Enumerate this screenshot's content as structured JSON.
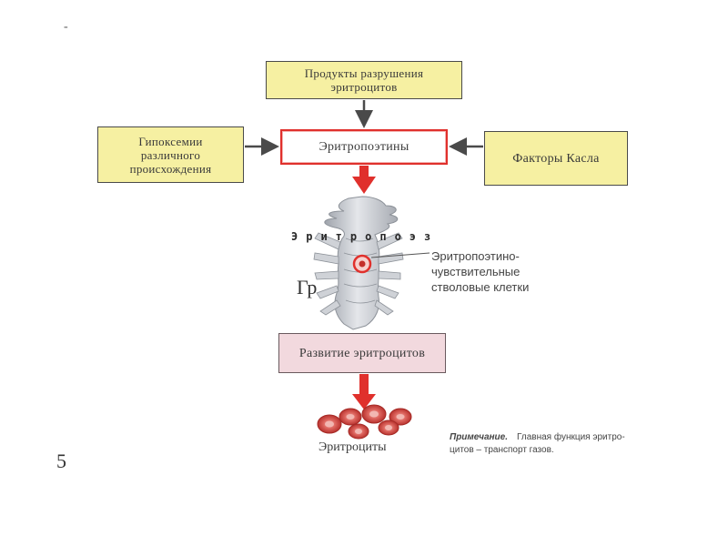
{
  "stray_mark": "-",
  "page_number": "5",
  "boxes": {
    "products": "Продукты разрушения\nэритроцитов",
    "hypoxemia": "Гипоксемии\nразличного\nпроисхождения",
    "erythropoietins": "Эритропоэтины",
    "castle_factors": "Факторы Касла",
    "development": "Развитие эритроцитов"
  },
  "labels": {
    "erythropoiesis": "Эритропоэз",
    "stem_cells": "Эритропоэтино-\nчувствительные\nстволовые клетки",
    "gr": "Гр",
    "erythrocytes": "Эритроциты"
  },
  "note": {
    "title": "Примечание.",
    "text": "Главная функция эритро-\nцитов – транспорт газов."
  },
  "colors": {
    "yellow_box": "#f6f0a2",
    "red_accent": "#e0302c",
    "pink_box": "#f2d9de",
    "bone": "#c9ccd2"
  }
}
